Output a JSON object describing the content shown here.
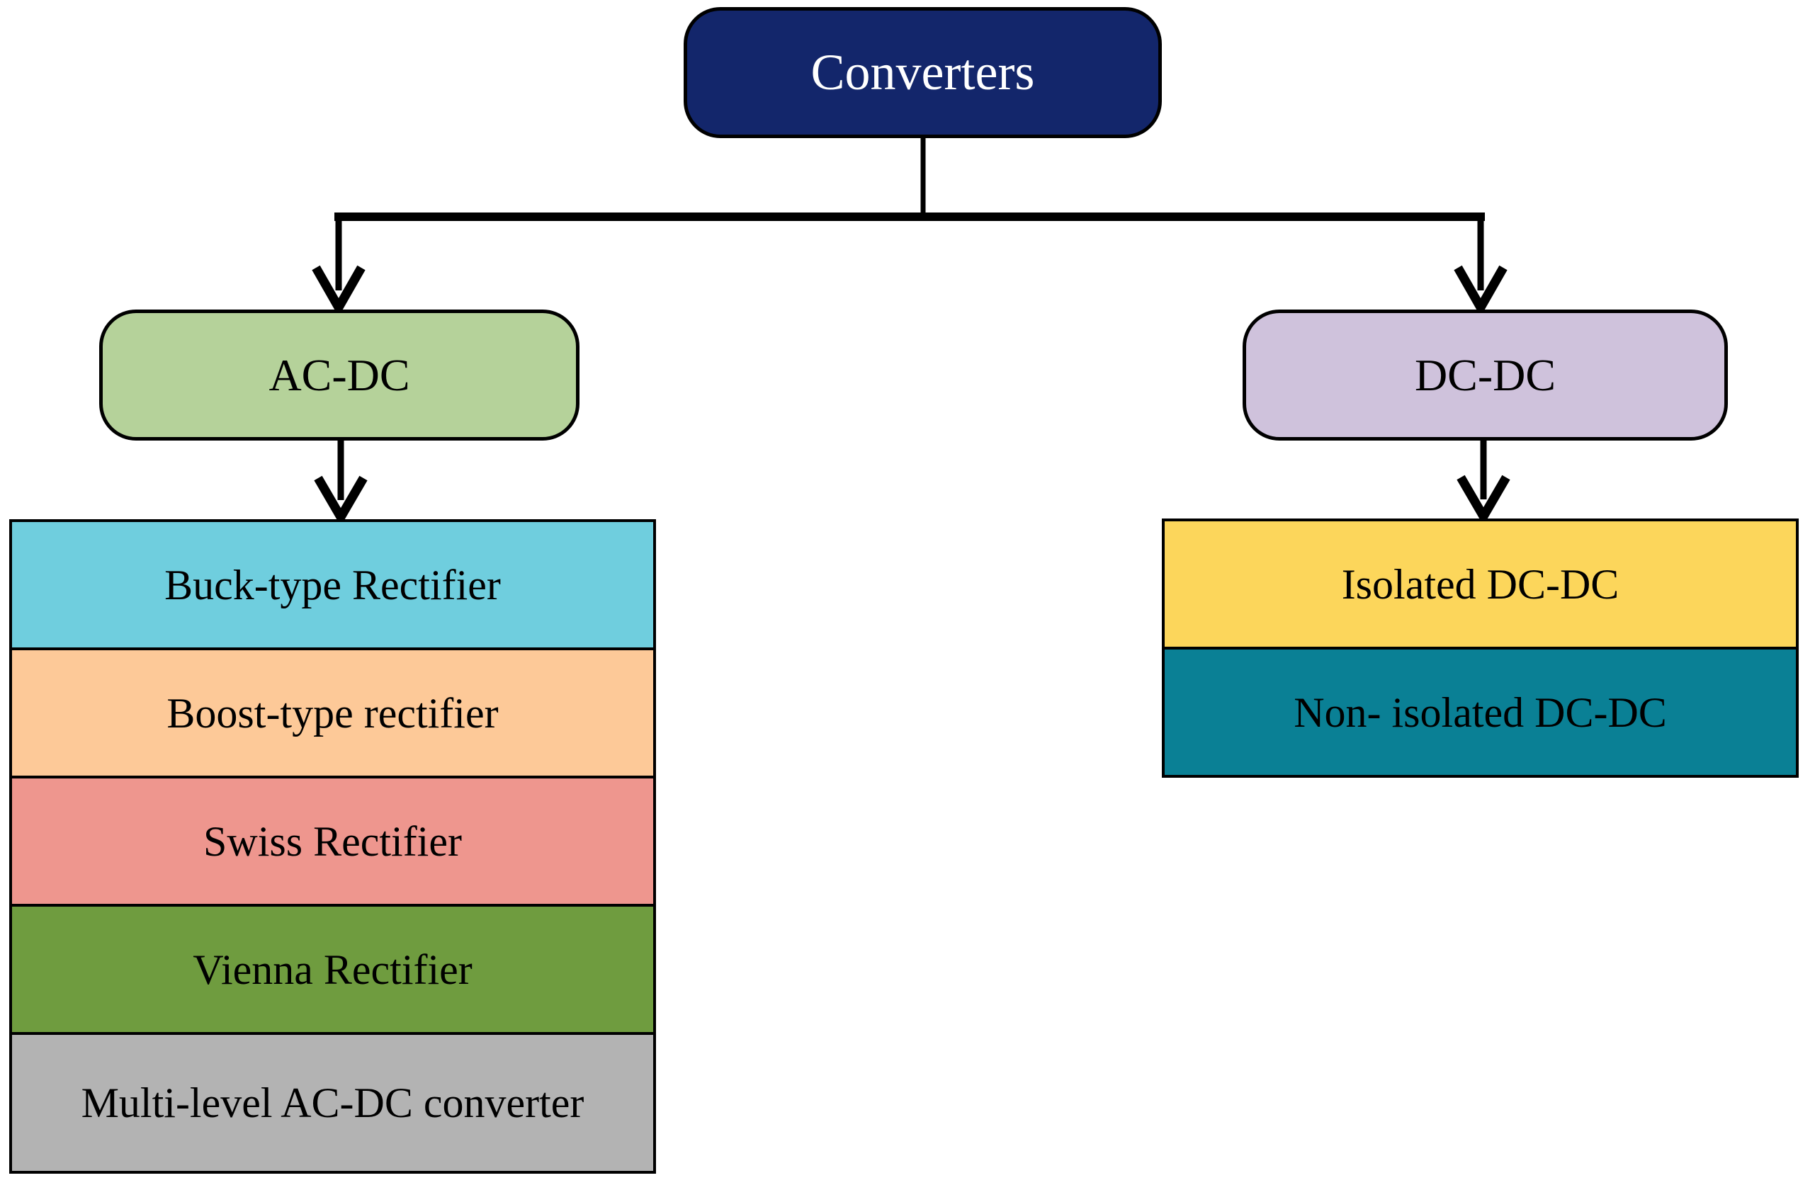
{
  "diagram": {
    "title_node": {
      "label": "Converters",
      "bg": "#13266B",
      "text_color": "#FFFFFF"
    },
    "branch_nodes": {
      "ac_dc": {
        "label": "AC-DC",
        "bg": "#B5D29A"
      },
      "dc_dc": {
        "label": "DC-DC",
        "bg": "#CFC2DC"
      }
    },
    "ac_dc_items": [
      {
        "label": "Buck-type Rectifier",
        "bg": "#6FCEDE"
      },
      {
        "label": "Boost-type rectifier",
        "bg": "#FDC998"
      },
      {
        "label": "Swiss Rectifier",
        "bg": "#EE968E"
      },
      {
        "label": "Vienna Rectifier",
        "bg": "#6F9C3F"
      },
      {
        "label": "Multi-level AC-DC converter",
        "bg": "#B3B3B3"
      }
    ],
    "dc_dc_items": [
      {
        "label": "Isolated DC-DC",
        "bg": "#FCD65B"
      },
      {
        "label": "Non- isolated DC-DC",
        "bg": "#0A8095"
      }
    ],
    "line_color": "#000000"
  }
}
